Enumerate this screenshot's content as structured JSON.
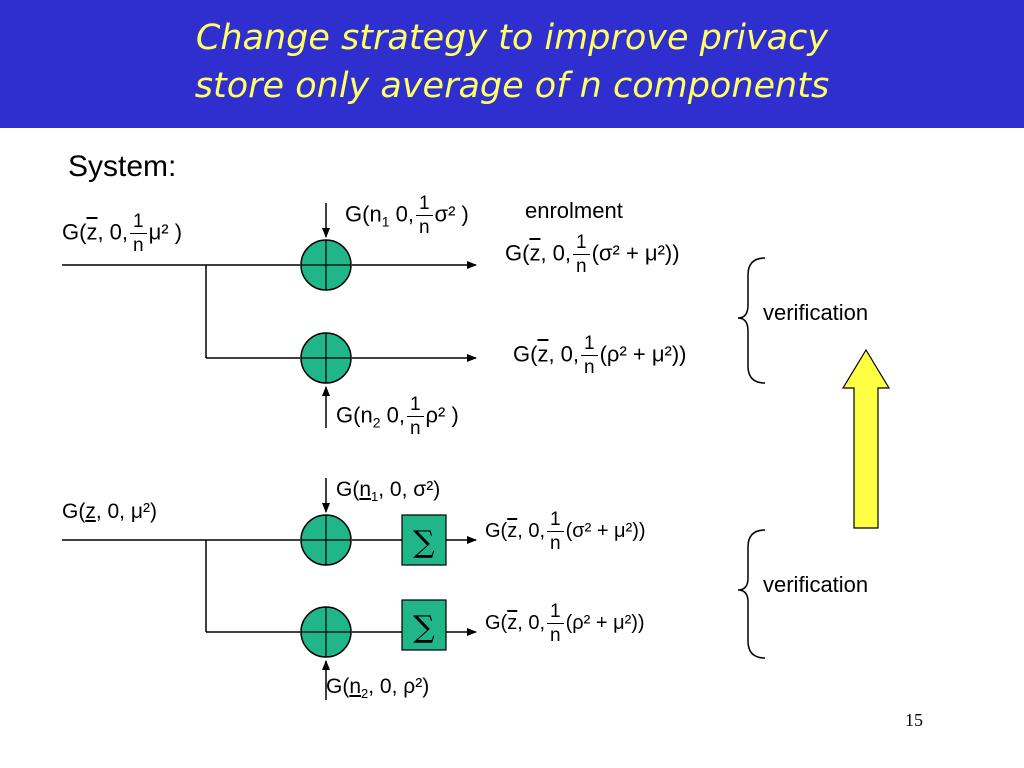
{
  "title": {
    "line1": "Change strategy to improve privacy",
    "line2": "store only average of n components"
  },
  "system_label": "System:",
  "enrolment_label": "enrolment",
  "verification_label_top": "verification",
  "verification_label_bottom": "verification",
  "page_number": "15",
  "sum_symbol": "∑",
  "top_diagram": {
    "input": {
      "pre": "G(",
      "z": "z",
      "mid": ", 0,",
      "num": "1",
      "den": "n",
      "post": "μ² )"
    },
    "noise1": {
      "pre": "G(n",
      "sub": "1",
      "mid": " 0,",
      "num": "1",
      "den": "n",
      "post": "σ² )"
    },
    "noise2": {
      "pre": "G(n",
      "sub": "2",
      "mid": " 0,",
      "num": "1",
      "den": "n",
      "post": "ρ² )"
    },
    "out1": {
      "pre": "G(",
      "z": "z",
      "mid": ", 0,",
      "num": "1",
      "den": "n",
      "post": "(σ² + μ²))"
    },
    "out2": {
      "pre": "G(",
      "z": "z",
      "mid": ", 0,",
      "num": "1",
      "den": "n",
      "post": "(ρ² + μ²))"
    }
  },
  "bottom_diagram": {
    "input": {
      "pre": "G(",
      "z": "z",
      "post": ", 0, μ²)"
    },
    "noise1": {
      "pre": "G(",
      "n": "n",
      "sub": "1",
      "post": ", 0, σ²)"
    },
    "noise2": {
      "pre": "G(",
      "n": "n",
      "sub": "2",
      "post": ", 0, ρ²)"
    },
    "out1": {
      "pre": "G(",
      "z": "z",
      "mid": ", 0,",
      "num": "1",
      "den": "n",
      "post": "(σ² + μ²))"
    },
    "out2": {
      "pre": "G(",
      "z": "z",
      "mid": ", 0,",
      "num": "1",
      "den": "n",
      "post": "(ρ² + μ²))"
    }
  },
  "colors": {
    "title_bg": "#2f2fcf",
    "title_text": "#ffff66",
    "adder_fill": "#21b58a",
    "arrow_fill": "#ffff44"
  }
}
